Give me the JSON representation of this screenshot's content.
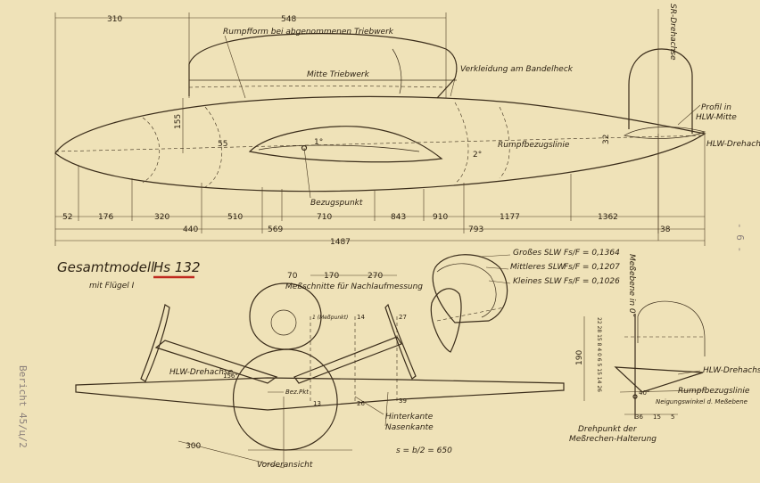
{
  "title": {
    "main": "Gesamtmodell",
    "model": "Hs 132",
    "sub": "mit Flügel I",
    "underline_color": "#c0281e"
  },
  "side_note": "Bericht 45/ц/2",
  "page_number": "- 6 -",
  "side_view": {
    "top_dims": {
      "d310": "310",
      "d548": "548"
    },
    "labels": {
      "rumpfform": "Rumpfform bei abgenommenen Triebwerk",
      "mitte": "Mitte Triebwerk",
      "verkleidung": "Verkleidung am Bandelheck",
      "sr_drehachse": "SR-Drehachse",
      "profil1": "Profil in",
      "profil2": "HLW-Mitte",
      "hlw_drehachse": "HLW-Drehachse",
      "rumpfbezug": "Rumpfbezugslinie",
      "bezugspunkt": "Bezugspunkt"
    },
    "small_dims": {
      "v155": "155",
      "v55": "55",
      "v1": "1°",
      "v2": "2°",
      "v32": "32"
    },
    "row1": [
      "52",
      "176",
      "320",
      "510",
      "710",
      "843",
      "910",
      "1177",
      "1362"
    ],
    "row2": [
      "440",
      "569",
      "793",
      "38"
    ],
    "row3": "1487"
  },
  "slw_table": [
    {
      "name": "Großes SLW",
      "value": "Fs/F = 0,1364"
    },
    {
      "name": "Mittleres SLW",
      "value": "Fs/F = 0,1207"
    },
    {
      "name": "Kleines SLW",
      "value": "Fs/F = 0,1026"
    }
  ],
  "plan_view": {
    "stations": {
      "s70": "70",
      "s170": "170",
      "s270": "270"
    },
    "messschnitte": "Meßschnitte für Nachlaufmessung",
    "points": {
      "p1": "1 (Meßpunkt)",
      "p14": "14",
      "p27": "27",
      "p13": "13",
      "p26": "26",
      "p39": "39"
    },
    "hlw_drehachse": "HLW-Drehachse",
    "angle": "156°",
    "bezpkt": "Bez.Pkt",
    "hinterkante": "Hinterkante",
    "nasenkante": "Nasenkante",
    "vorderansicht": "Vorderansicht",
    "d300": "300",
    "span": "s = b/2 = 650"
  },
  "rear_view": {
    "messebene": "Meßebene in 0°",
    "d190": "190",
    "scale": "22 28 15 8 4 0 6 5 15 14 26",
    "hlw_drehachse": "HLW-Drehachse",
    "rumpfbezug": "Rumpfbezugslinie",
    "neigung": "Neigungswinkel d. Meßebene",
    "drehpunkt1": "Drehpunkt der",
    "drehpunkt2": "Meßrechen-Halterung",
    "angle": "40°",
    "d36": "36",
    "d15": "15",
    "d5": "5"
  }
}
